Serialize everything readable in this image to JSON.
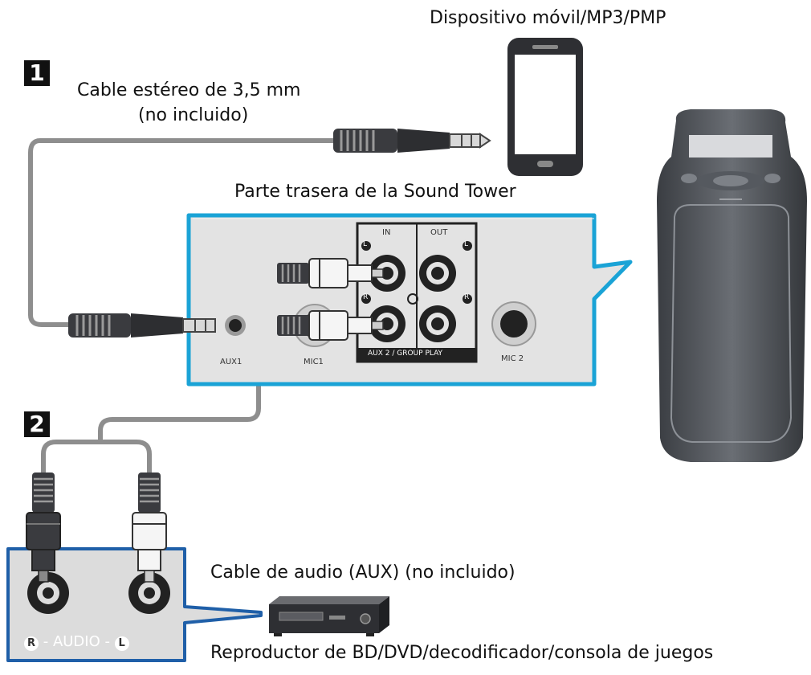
{
  "markers": {
    "step1": "1",
    "step2": "2"
  },
  "source_device_label": "Dispositivo móvil/MP3/PMP",
  "stereo_cable_label": {
    "line1": "Cable estéreo de 3,5 mm",
    "line2": "(no incluido)"
  },
  "rear_panel": {
    "title": "Parte trasera de la Sound Tower",
    "jack_labels": {
      "aux1": "AUX1",
      "mic1": "MIC1",
      "in": "IN",
      "out": "OUT",
      "aux2_group_play": "AUX 2 / GROUP PLAY",
      "mic2": "MIC 2"
    },
    "channel_marks": {
      "left": "L",
      "right": "R"
    }
  },
  "audio_cable_label": "Cable de audio (AUX) (no incluido)",
  "player_panel_label": {
    "right": "R",
    "text": " - AUDIO - ",
    "left": "L"
  },
  "player_label": "Reproductor de BD/DVD/decodificador/consola de juegos"
}
